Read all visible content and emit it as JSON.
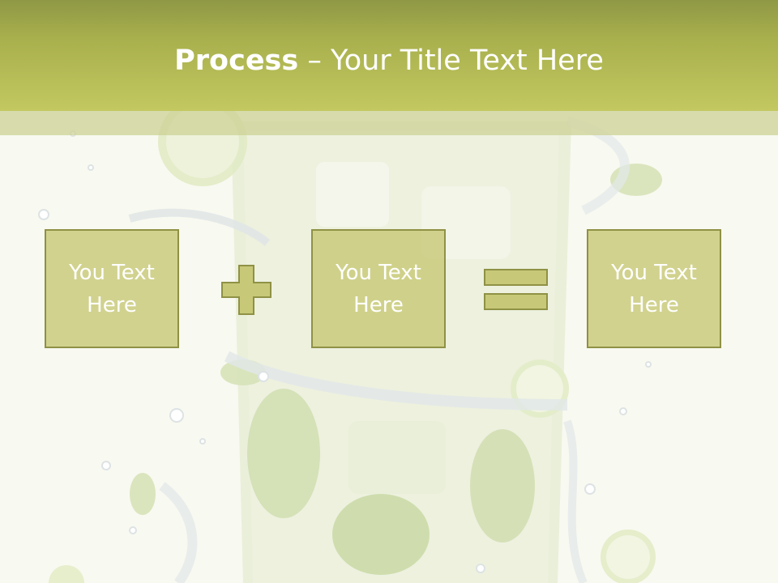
{
  "title": {
    "bold": "Process",
    "rest": " – Your Title Text Here"
  },
  "boxes": [
    {
      "text": "You Text Here"
    },
    {
      "text": "You Text Here"
    },
    {
      "text": "You Text Here"
    }
  ],
  "operators": [
    "plus-icon",
    "equals-icon"
  ],
  "colors": {
    "header": "#a8b04d",
    "box_fill": "#c8c978",
    "box_border": "#8f9145",
    "text": "#ffffff"
  }
}
